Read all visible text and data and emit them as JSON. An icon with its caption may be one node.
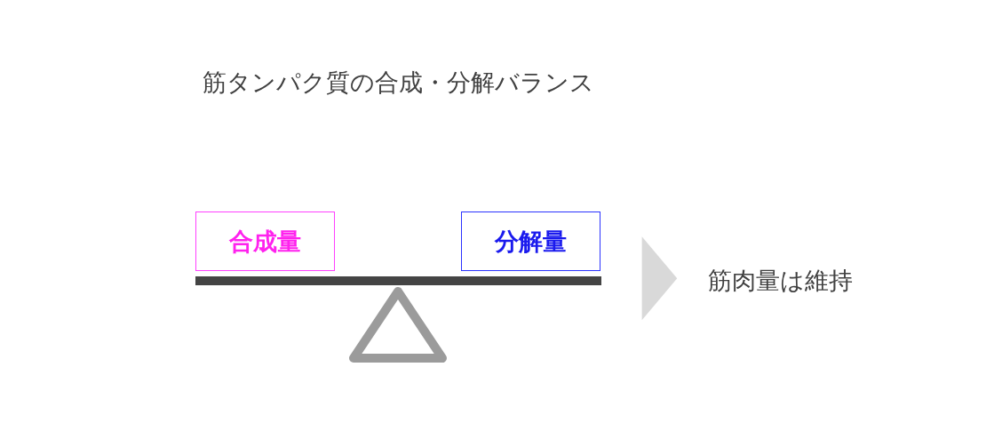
{
  "diagram": {
    "title": "筋タンパク質の合成・分解バランス",
    "nodes": [
      {
        "text": [
          "合成量"
        ]
      },
      {
        "text": [
          "分解量"
        ]
      },
      {
        "text": [],
        "shape": "picture"
      },
      {
        "text": [
          "筋肉量は維持"
        ]
      }
    ],
    "edges": [
      {
        "from": 2,
        "to": 3,
        "arrow": "to"
      }
    ]
  }
}
